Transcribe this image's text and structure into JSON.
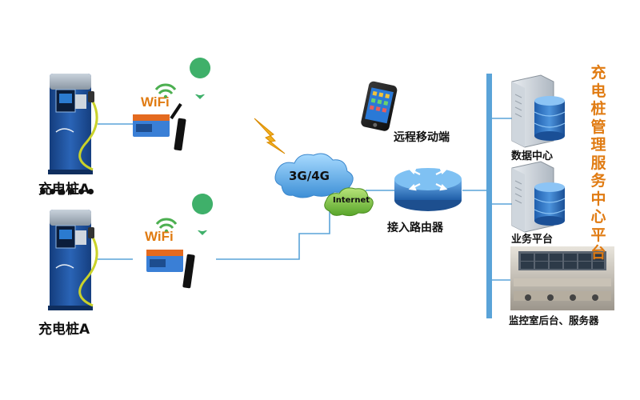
{
  "stations": [
    {
      "label": "充电桩A"
    },
    {
      "label": "充电桩A"
    }
  ],
  "wifi": [
    {
      "text": "WiFi"
    },
    {
      "text": "WiFi"
    }
  ],
  "network": {
    "cloud_3g4g": "3G/4G",
    "cloud_internet": "Internet",
    "router_label": "接入路由器",
    "mobile_label": "远程移动端"
  },
  "servers": {
    "data_center_label": "数据中心",
    "business_platform_label": "业务平台",
    "monitor_label": "监控室后台、服务器"
  },
  "system_title": "充电桩管理服务中心平台",
  "colors": {
    "line": "#5aa3d8",
    "title": "#e07b12",
    "station_blue": "#1c4f9e",
    "wifi_green": "#4caf50",
    "wifi_text": "#e07b12",
    "router_blue": "#2e6fbb",
    "cloud_blue": "#5fb0e8",
    "cloud_green": "#7cc242"
  }
}
